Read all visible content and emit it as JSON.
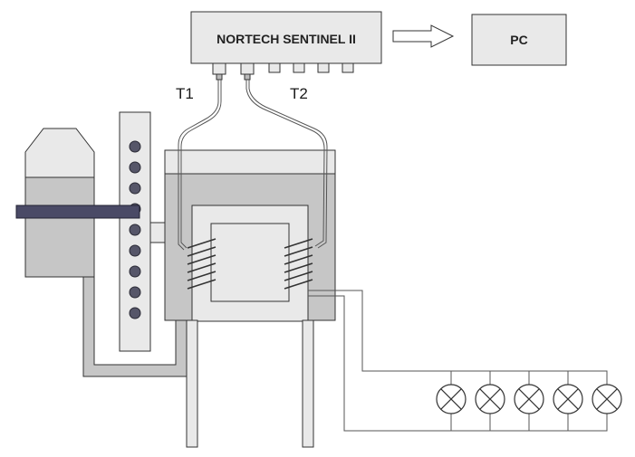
{
  "labels": {
    "device": "NORTECH SENTINEL II",
    "computer": "PC",
    "probe_1": "T1",
    "probe_2": "T2"
  },
  "colors": {
    "fill_light": "#e9e9e9",
    "fill_medium": "#c6c6c6",
    "outline": "#333333",
    "bar": "#4a4a66",
    "hole": "#565669",
    "line": "#555555"
  }
}
